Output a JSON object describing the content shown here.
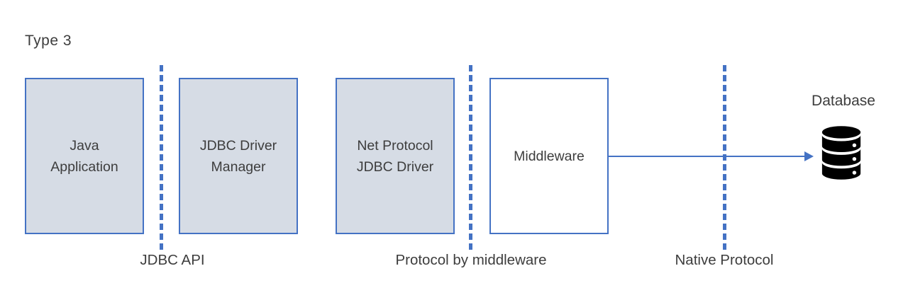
{
  "diagram": {
    "title": "Type 3",
    "boxes": [
      {
        "name": "java-application",
        "lines": [
          "Java",
          "Application"
        ],
        "filled": true
      },
      {
        "name": "jdbc-driver-manager",
        "lines": [
          "JDBC Driver",
          "Manager"
        ],
        "filled": true
      },
      {
        "name": "net-protocol-jdbc-driver",
        "lines": [
          "Net Protocol",
          "JDBC Driver"
        ],
        "filled": true
      },
      {
        "name": "middleware",
        "lines": [
          "Middleware"
        ],
        "filled": false
      }
    ],
    "boundary_labels": [
      {
        "text": "JDBC API"
      },
      {
        "text": "Protocol by middleware"
      },
      {
        "text": "Native Protocol"
      }
    ],
    "database": {
      "label": "Database",
      "icon": "database-cylinder-icon"
    },
    "connector": {
      "type": "arrow",
      "from": "middleware",
      "to": "database"
    },
    "colors": {
      "accent": "#4472C4",
      "box_fill": "#D6DCE5",
      "middleware_fill": "#FFFFFF",
      "text": "#3D3D3D",
      "database_icon": "#000000",
      "canvas_bg": "#FFFFFF"
    }
  }
}
